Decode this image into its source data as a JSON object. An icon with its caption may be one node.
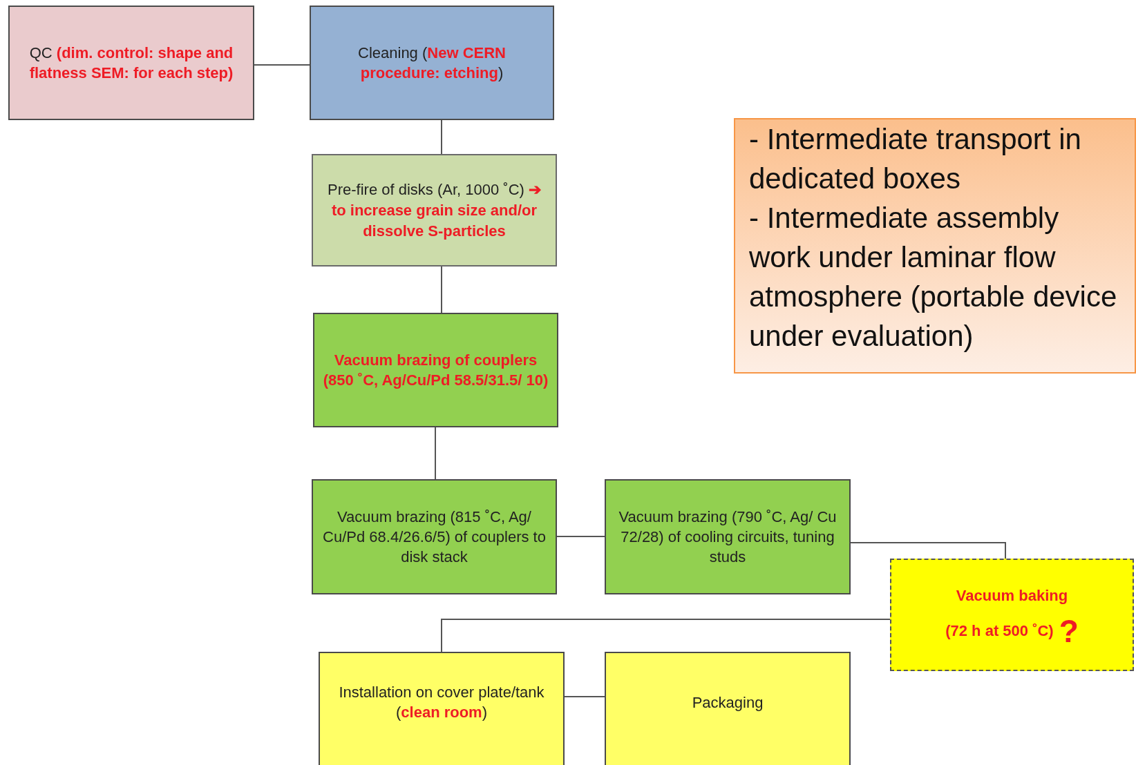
{
  "diagram": {
    "nodes": [
      {
        "text": [
          "QC **(dim. control: shape and flatness SEM: for each step)**"
        ]
      },
      {
        "text": [
          "Cleaning (**New CERN procedure: etching**)"
        ]
      },
      {
        "text": [
          "Pre-fire of disks (Ar, 1000 ˚C) **➔ to increase grain size and/or dissolve S-particles**"
        ]
      },
      {
        "text": [
          "Vacuum brazing of couplers (850 ˚C, Ag/Cu/Pd 58.5/31.5/ 10)"
        ]
      },
      {
        "text": [
          "Vacuum brazing (815 ˚C, Ag/ Cu/Pd 68.4/26.6/5) of couplers to disk stack"
        ]
      },
      {
        "text": [
          "Vacuum brazing (790 ˚C, Ag/ Cu 72/28) of cooling circuits, tuning studs"
        ]
      },
      {
        "text": [
          "Vacuum baking",
          "(72 h at 500 ˚C)",
          "?"
        ]
      },
      {
        "text": [
          "Installation on cover plate/tank (**clean room**)"
        ]
      },
      {
        "text": [
          "Packaging"
        ]
      },
      {
        "text": [
          "- Intermediate transport in dedicated boxes",
          "- Intermediate assembly work under laminar flow atmosphere (portable device under evaluation)"
        ]
      }
    ],
    "edges": [
      {
        "from": 0,
        "to": 1,
        "arrow": "none"
      },
      {
        "from": 1,
        "to": 2,
        "arrow": "none"
      },
      {
        "from": 2,
        "to": 3,
        "arrow": "none"
      },
      {
        "from": 3,
        "to": 4,
        "arrow": "none"
      },
      {
        "from": 4,
        "to": 5,
        "arrow": "none"
      },
      {
        "from": 5,
        "to": 6,
        "arrow": "none"
      },
      {
        "from": 6,
        "to": 7,
        "arrow": "none"
      },
      {
        "from": 7,
        "to": 8,
        "arrow": "none"
      }
    ]
  }
}
